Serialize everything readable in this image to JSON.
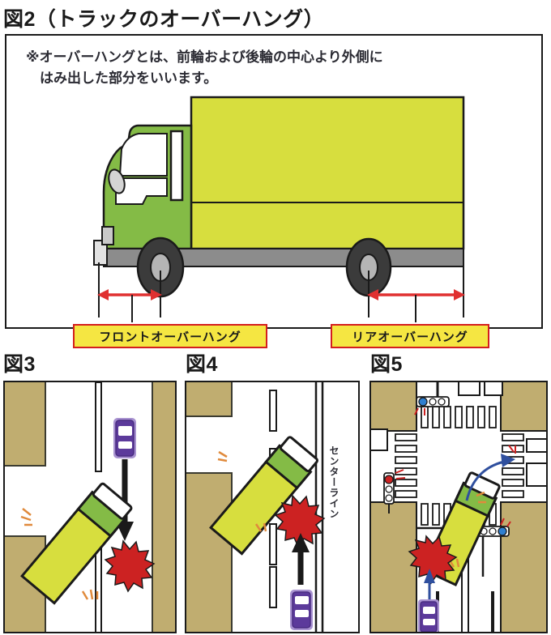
{
  "figures": {
    "fig2": {
      "title": "図2（トラックのオーバーハング）",
      "note": "※オーバーハングとは、前輪および後輪の中心より外側に\n　はみ出した部分をいいます。",
      "labels": {
        "front": "フロントオーバーハング",
        "rear": "リアオーバーハング"
      }
    },
    "fig3": {
      "title": "図3"
    },
    "fig4": {
      "title": "図4",
      "center_line_label": "センターライン"
    },
    "fig5": {
      "title": "図5"
    }
  },
  "colors": {
    "truck_body": "#d7de3e",
    "truck_cab": "#84bb46",
    "truck_outline": "#1a1a1a",
    "building_tan": "#c0ad70",
    "car_purple": "#5c3a9b",
    "car_purple_light": "#a892d0",
    "collision_red": "#cc2222",
    "arrow_black": "#1a1a1a",
    "arrow_blue": "#2f4f9e",
    "arrow_red": "#e03030",
    "label_fill": "#f5e642",
    "label_border": "#d41e1e",
    "road_gray": "#8c8c8c",
    "signal_blue": "#2f7fd0",
    "signal_red": "#cc2222",
    "tire_dark": "#3b3b3b",
    "hub_gray": "#b5b5b5"
  }
}
